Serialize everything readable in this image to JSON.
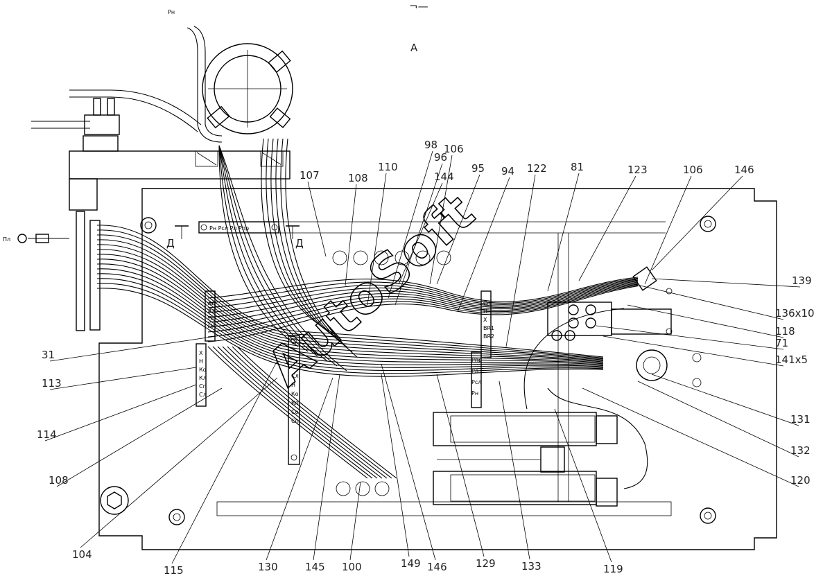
{
  "view_letter": "A",
  "top_mark": "¬—",
  "watermark": "AutoSoft",
  "ports": {
    "rn": "Рн",
    "pl": "Пл"
  },
  "section_marks": [
    "Д",
    "Д"
  ],
  "plates": {
    "top": "Рн Рсл Рл Рпр",
    "left": [
      "Ап",
      "Ал",
      "Пп",
      "Пл"
    ],
    "left_lower": [
      "Х",
      "Н",
      "Ко",
      "Кл",
      "Сп",
      "Сл"
    ],
    "mid": [
      "Сл",
      "Н",
      "Ко",
      "Кп",
      "Со",
      "Сп"
    ],
    "right_upper": [
      "Сп",
      "Н",
      "Х",
      "BR1",
      "BR2"
    ],
    "right_lower": [
      "Рпр",
      "Рл",
      "Рсл",
      "Рн"
    ]
  },
  "callouts": {
    "top": [
      "107",
      "108",
      "110",
      "98",
      "96",
      "144",
      "106",
      "95",
      "94",
      "122",
      "81",
      "123",
      "106",
      "146"
    ],
    "right": [
      "139",
      "136х10",
      "118",
      "71",
      "141х5",
      "131",
      "132",
      "120"
    ],
    "bottom": [
      "104",
      "115",
      "130",
      "145",
      "100",
      "149",
      "146",
      "129",
      "133",
      "119"
    ],
    "left": [
      "31",
      "113",
      "114",
      "108"
    ]
  }
}
